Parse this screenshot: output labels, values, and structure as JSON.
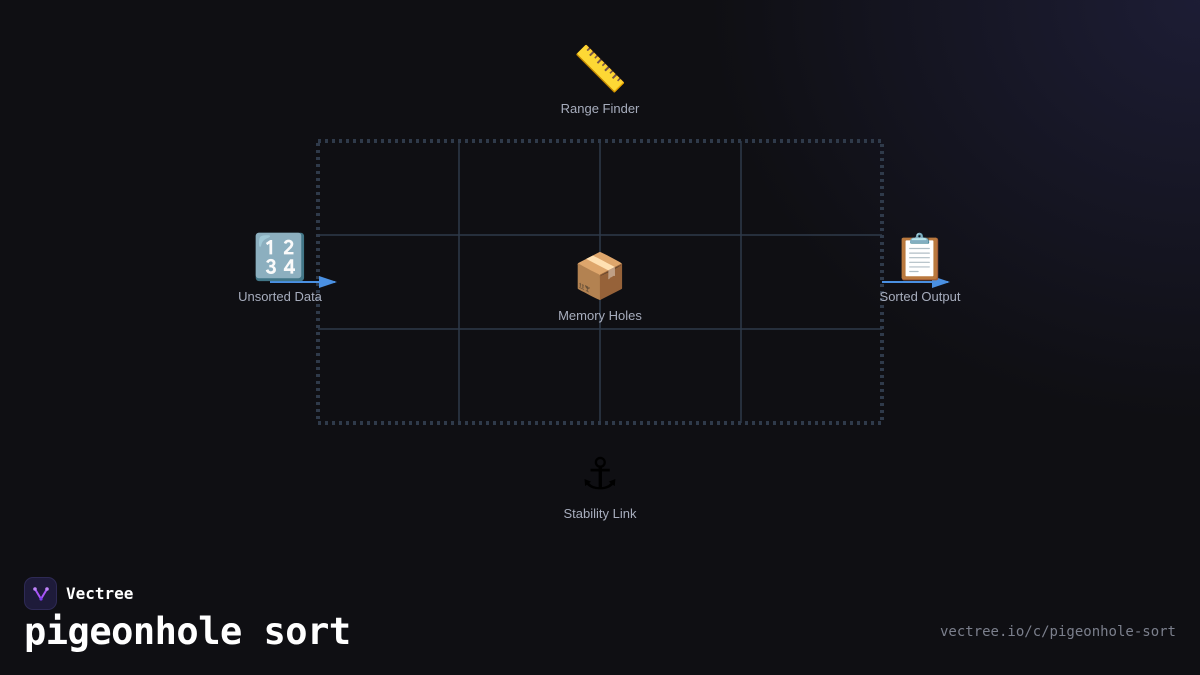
{
  "diagram": {
    "nodes": {
      "range_finder": {
        "icon": "ruler-icon",
        "glyph": "📏",
        "label": "Range Finder"
      },
      "unsorted_data": {
        "icon": "numbers-1234-icon",
        "glyph": "🔢",
        "label": "Unsorted Data"
      },
      "memory_holes": {
        "icon": "package-icon",
        "glyph": "📦",
        "label": "Memory Holes"
      },
      "sorted_output": {
        "icon": "clipboard-icon",
        "glyph": "📋",
        "label": "Sorted Output"
      },
      "stability_link": {
        "icon": "anchor-icon",
        "glyph": "⚓",
        "label": "Stability Link"
      }
    },
    "grid": {
      "columns": 4,
      "rows": 3
    },
    "colors": {
      "grid_line": "#2f3a4a",
      "border_dots": "#2f3a4a",
      "arrow": "#4a90e2",
      "label": "#a7adbd"
    }
  },
  "footer": {
    "brand_name": "Vectree",
    "brand_icon": "vectree-logo-icon",
    "title": "pigeonhole sort",
    "url": "vectree.io/c/pigeonhole-sort"
  }
}
